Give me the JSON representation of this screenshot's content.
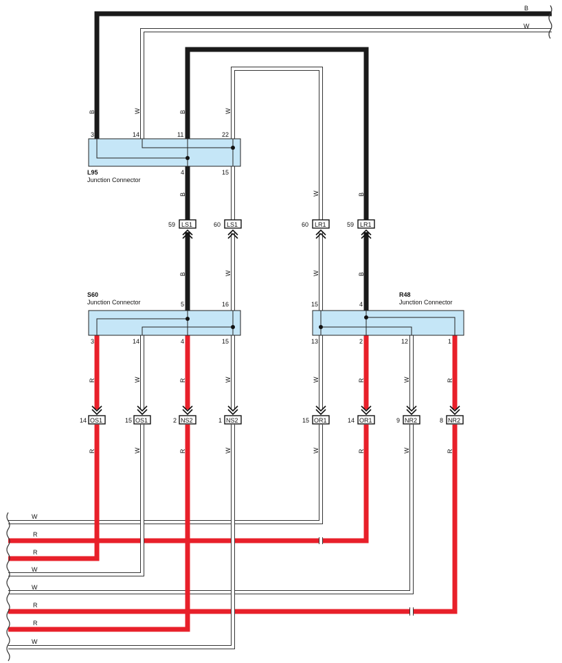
{
  "colors": {
    "black_wire": "#1a1a1a",
    "red_wire": "#e8202a",
    "white_wire_outline": "#333333",
    "connector_fill": "#c5e6f7"
  },
  "connectors": {
    "l95": {
      "id": "L95",
      "desc": "Junction Connector",
      "pins_top": [
        "3",
        "14",
        "11",
        "22"
      ],
      "pins_bottom": [
        "4",
        "15"
      ]
    },
    "s60": {
      "id": "S60",
      "desc": "Junction Connector",
      "pins_top": [
        "5",
        "16"
      ],
      "pins_bottom": [
        "3",
        "14",
        "4",
        "15"
      ]
    },
    "r48": {
      "id": "R48",
      "desc": "Junction Connector",
      "pins_top": [
        "15",
        "4"
      ],
      "pins_bottom": [
        "13",
        "2",
        "12",
        "1"
      ]
    }
  },
  "plugs_ls_lr": [
    {
      "pin": "59",
      "name": "LS1"
    },
    {
      "pin": "60",
      "name": "LS1"
    },
    {
      "pin": "60",
      "name": "LR1"
    },
    {
      "pin": "59",
      "name": "LR1"
    }
  ],
  "plugs_bottom": [
    {
      "pin": "14",
      "name": "OS1"
    },
    {
      "pin": "15",
      "name": "OS1"
    },
    {
      "pin": "2",
      "name": "NS2"
    },
    {
      "pin": "1",
      "name": "NS2"
    },
    {
      "pin": "15",
      "name": "OR1"
    },
    {
      "pin": "14",
      "name": "OR1"
    },
    {
      "pin": "9",
      "name": "NR2"
    },
    {
      "pin": "8",
      "name": "NR2"
    }
  ],
  "wire_colors": {
    "top_right": [
      "B",
      "W"
    ],
    "l95_top": [
      "B",
      "W",
      "B",
      "W"
    ],
    "l95_bottom": [
      "B"
    ],
    "between": [
      "B",
      "W",
      "W",
      "B"
    ],
    "lr_upper": [
      "W",
      "B"
    ],
    "drops": [
      "R",
      "W",
      "R",
      "W",
      "W",
      "R",
      "W",
      "R"
    ],
    "drops_lower": [
      "R",
      "W",
      "R",
      "W",
      "W",
      "R",
      "W",
      "R"
    ],
    "left_bus": [
      "W",
      "R",
      "R",
      "W",
      "W",
      "R",
      "R",
      "W"
    ]
  }
}
